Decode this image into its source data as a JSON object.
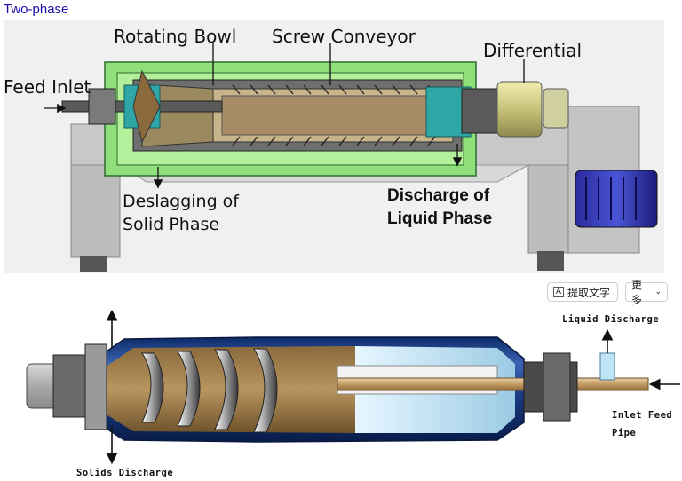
{
  "caption": "Two-phase",
  "top_diagram": {
    "labels": {
      "rotating_bowl": "Rotating Bowl",
      "screw_conveyor": "Screw Conveyor",
      "differential": "Differential",
      "feed_inlet": "Feed Inlet",
      "deslagging_line1": "Deslagging of",
      "deslagging_line2": "Solid Phase",
      "discharge_line1": "Discharge of",
      "discharge_line2": "Liquid Phase"
    }
  },
  "toolbar": {
    "extract_text_label": "提取文字",
    "more_label": "更多",
    "extract_icon": "text-scan-icon",
    "more_icon": "chevron-down-icon"
  },
  "bottom_diagram": {
    "labels": {
      "liquid_discharge": "Liquid Discharge",
      "inlet_feed_line1": "Inlet Feed",
      "inlet_feed_line2": "Pipe",
      "solids_discharge": "Solids Discharge"
    }
  }
}
